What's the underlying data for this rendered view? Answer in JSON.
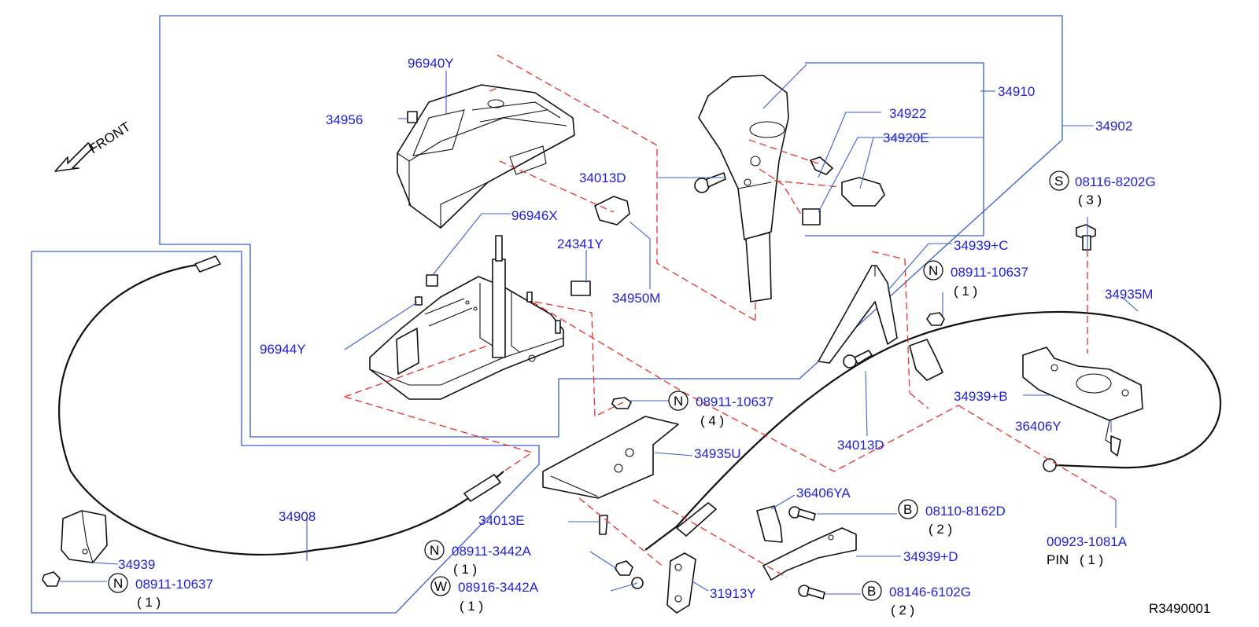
{
  "diagram": {
    "figure_code": "R3490001",
    "front_label": "FRONT",
    "part_labels": {
      "p96940Y": "96940Y",
      "p34956": "34956",
      "p34910": "34910",
      "p34922": "34922",
      "p34920E": "34920E",
      "p34902": "34902",
      "p34013D_a": "34013D",
      "p96946X": "96946X",
      "p24341Y": "24341Y",
      "p34950M": "34950M",
      "p96944Y": "96944Y",
      "p34939C": "34939+C",
      "p34935M": "34935M",
      "p34939B": "34939+B",
      "p36406Y": "36406Y",
      "p34013D_b": "34013D",
      "p34935U": "34935U",
      "p34908": "34908",
      "p34013E": "34013E",
      "p36406YA": "36406YA",
      "p34939D": "34939+D",
      "p31913Y": "31913Y",
      "p34939": "34939",
      "p00923": "00923-1081A",
      "pin": "PIN"
    },
    "fasteners": {
      "s_08116": {
        "badge": "S",
        "part": "08116-8202G",
        "qty": "( 3 )"
      },
      "n_08911_c": {
        "badge": "N",
        "part": "08911-10637",
        "qty": "( 1 )"
      },
      "n_08911_4": {
        "badge": "N",
        "part": "08911-10637",
        "qty": "( 4 )"
      },
      "b_08110": {
        "badge": "B",
        "part": "08110-8162D",
        "qty": "( 2 )"
      },
      "n_08911_3442": {
        "badge": "N",
        "part": "08911-3442A",
        "qty": "( 1 )"
      },
      "w_08916": {
        "badge": "W",
        "part": "08916-3442A",
        "qty": "( 1 )"
      },
      "b_08146": {
        "badge": "B",
        "part": "08146-6102G",
        "qty": "( 2 )"
      },
      "n_08911_l": {
        "badge": "N",
        "part": "08911-10637",
        "qty": "( 1 )"
      }
    },
    "pin_qty": "( 1 )"
  }
}
